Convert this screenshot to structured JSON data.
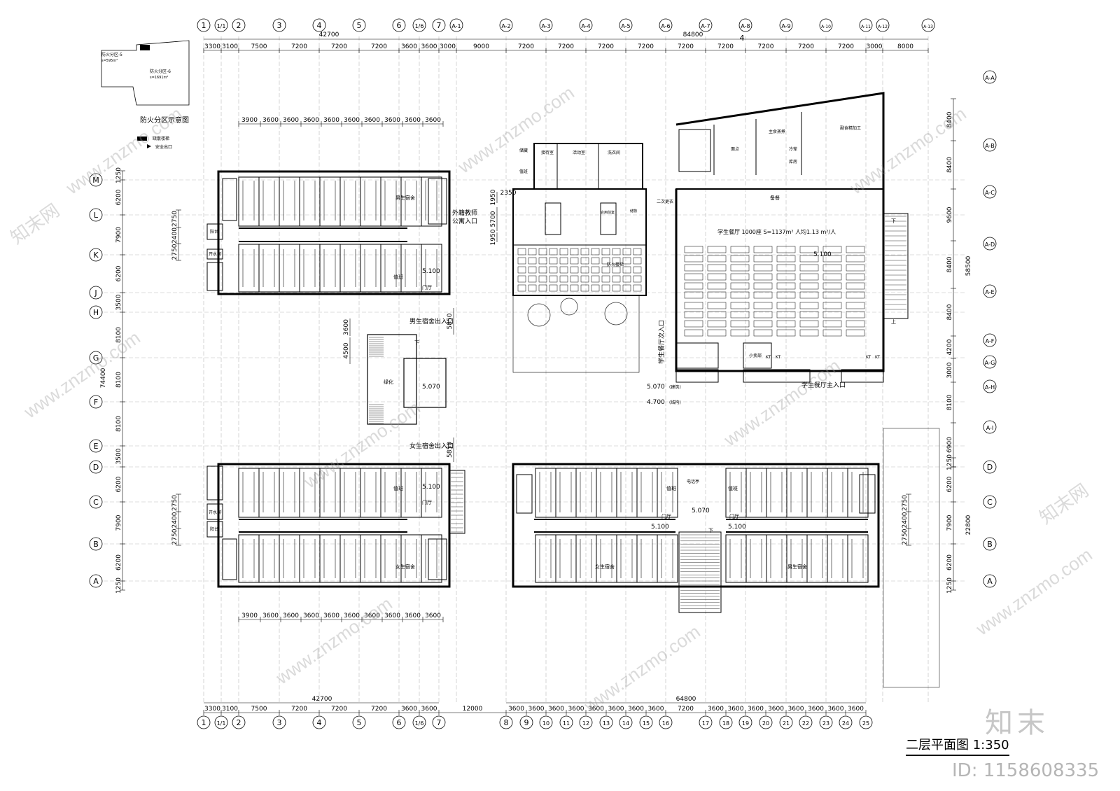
{
  "drawing": {
    "title": "二层平面图 1:350",
    "watermark_id": "ID: 1158608335",
    "watermark_logo": "知末",
    "watermark_site": "www.znzmo.com",
    "watermark_brand": "知末网"
  },
  "axes_top": [
    "1",
    "1/1",
    "2",
    "3",
    "4",
    "5",
    "6",
    "1/6",
    "7",
    "A-1",
    "A-2",
    "A-3",
    "A-4",
    "A-5",
    "A-6",
    "A-7",
    "A-8",
    "A-9",
    "A-10",
    "A-11",
    "A-12",
    "A-13"
  ],
  "axes_bottom": [
    "1",
    "1/1",
    "2",
    "3",
    "4",
    "5",
    "6",
    "1/6",
    "7",
    "8",
    "9",
    "10",
    "11",
    "12",
    "13",
    "14",
    "15",
    "16",
    "17",
    "18",
    "19",
    "20",
    "21",
    "22",
    "23",
    "24",
    "25"
  ],
  "axes_left": [
    "M",
    "L",
    "K",
    "J",
    "H",
    "G",
    "F",
    "E",
    "D",
    "C",
    "B",
    "A"
  ],
  "axes_right": [
    "A-A",
    "A-B",
    "A-C",
    "A-D",
    "A-E",
    "A-F",
    "A-G",
    "A-H",
    "A-I",
    "D",
    "C",
    "B",
    "A"
  ],
  "dims_top_row": [
    "3300",
    "3100",
    "7500",
    "7200",
    "7200",
    "7200",
    "3600",
    "3600",
    "3000",
    "9000",
    "7200",
    "7200",
    "7200",
    "7200",
    "7200",
    "7200",
    "7200",
    "7200",
    "7200",
    "3000",
    "8000"
  ],
  "dims_top_totals": [
    "42700",
    "84800",
    "4"
  ],
  "dims_bottom_row": [
    "3300",
    "3100",
    "7500",
    "7200",
    "7200",
    "7200",
    "3600",
    "3600",
    "12000",
    "3600",
    "3600",
    "3600",
    "3600",
    "3600",
    "3600",
    "3600",
    "3600",
    "7200",
    "3600",
    "3600",
    "3600",
    "3600",
    "3600",
    "3600",
    "3600",
    "3600"
  ],
  "dims_bottom_totals": [
    "42700",
    "64800"
  ],
  "dims_dorm_row": [
    "3900",
    "3600",
    "3600",
    "3600",
    "3600",
    "3600",
    "3600",
    "3600",
    "3600",
    "3600"
  ],
  "dims_left": [
    "1250",
    "6200",
    "7900",
    "6200",
    "3500",
    "8100",
    "8100",
    "8100",
    "3500",
    "6200",
    "7900",
    "6200",
    "1250"
  ],
  "dims_left_total": "74400",
  "dims_left_inner": [
    "2750",
    "2400",
    "2750"
  ],
  "dims_right_upper": [
    "8400",
    "8400",
    "9600",
    "8400",
    "8400",
    "4200",
    "3000",
    "8100",
    "6900"
  ],
  "dims_right_upper_total": "58500",
  "dims_right_lower": [
    "1250",
    "6200",
    "7900",
    "6200",
    "1250"
  ],
  "dims_right_lower_total": "22800",
  "dims_right_inner": [
    "2750",
    "2400",
    "2750"
  ],
  "dims_misc": [
    "2350",
    "1950",
    "5700",
    "1950",
    "5850",
    "3600",
    "4500",
    "5850"
  ],
  "legend": {
    "title": "防火分区示意图",
    "zone5": "防火分区-5",
    "zone5_area": "s=595m²",
    "zone6": "防火分区-6",
    "zone6_area": "s=1691m²",
    "key_stair": "疏散楼梯",
    "key_exit": "安全出口"
  },
  "labels": {
    "male_dorm": "男生宿舍",
    "female_dorm": "女生宿舍",
    "duty": "值班",
    "hall": "门厅",
    "balcony": "阳台",
    "boiler": "开水间",
    "green": "绿化",
    "foreign_teacher_entry": "外籍教师公寓入口",
    "male_dorm_entry": "男生宿舍出入口",
    "female_dorm_entry": "女生宿舍出入口",
    "canteen_side_entry": "学生餐厅次入口",
    "canteen_main_entry": "学生餐厅主入口",
    "canteen_info": "学生餐厅 1000座 S=1137m² 人均1.13 m²/人",
    "reception": "接待室",
    "activity": "活动室",
    "laundry": "洗衣间",
    "storage": "储藏",
    "storage2": "储物",
    "pantry": "备餐",
    "noodle": "面点",
    "staple": "主食蒸煮",
    "side_dish": "副食精加工",
    "cold": "冷荤",
    "warehouse": "库房",
    "second_change": "二次更衣",
    "shop": "小卖部",
    "phone": "电话亭",
    "fire_stair": "防火楼梯",
    "elev_hall": "合用前室",
    "down": "下",
    "up": "上",
    "kt": "KT"
  },
  "elevations": {
    "e5100": "5.100",
    "e5070": "5.070",
    "e5070b": "5.070",
    "e4700": "4.700",
    "note_bldg": "(建筑)",
    "note_str": "(结构)"
  }
}
